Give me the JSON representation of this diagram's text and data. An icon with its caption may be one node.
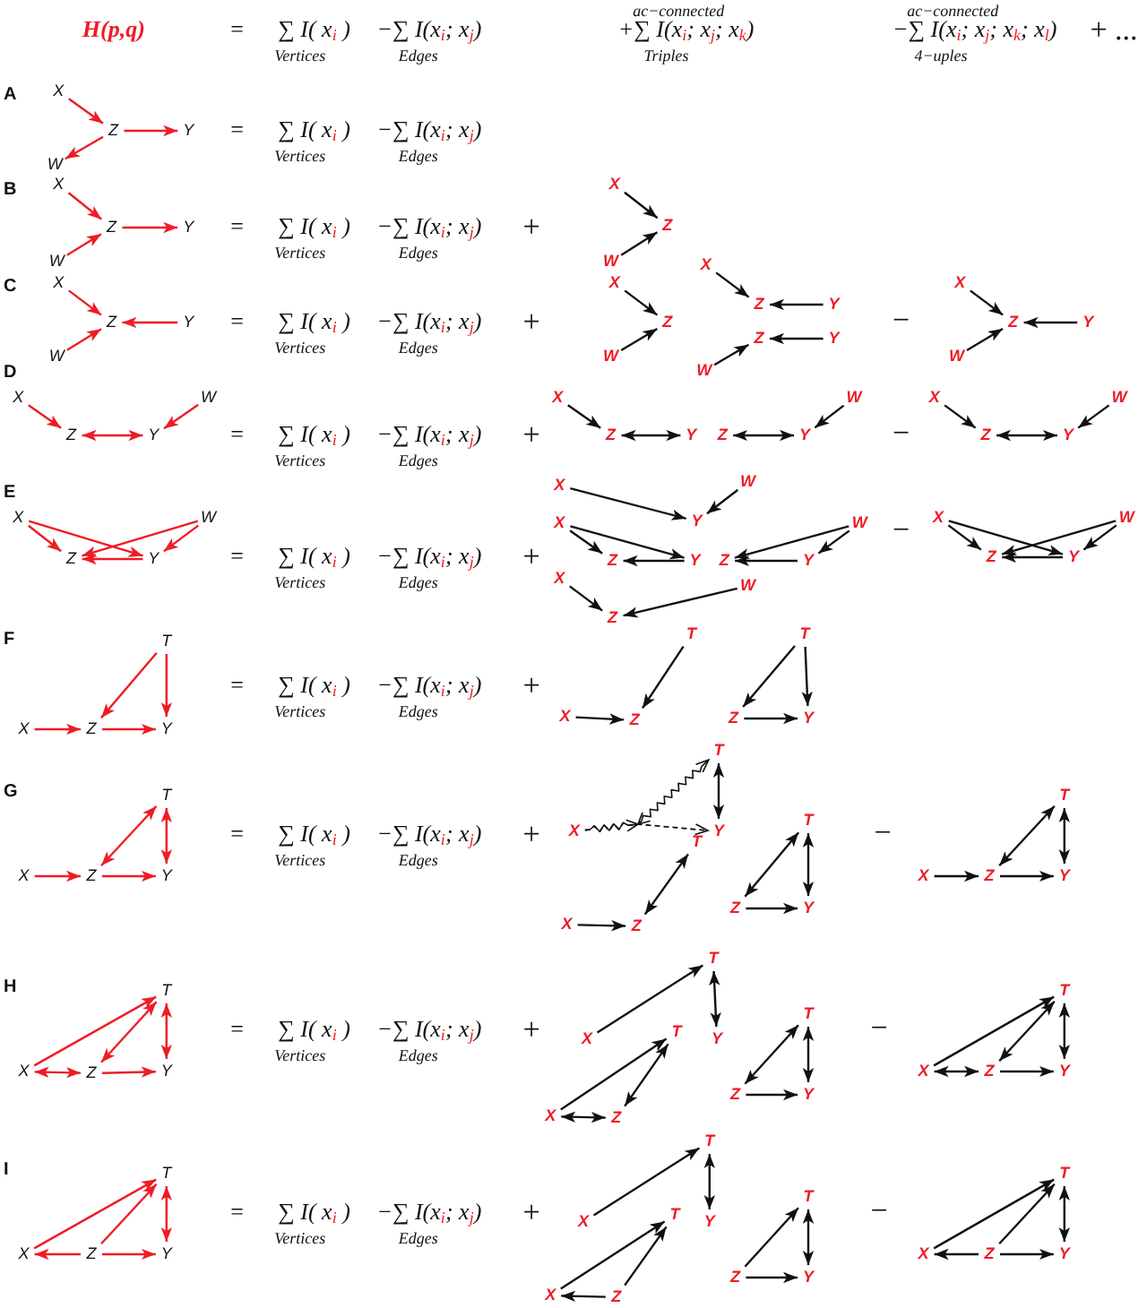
{
  "diagram": {
    "nodes": [
      {
        "text": [
          "X"
        ]
      },
      {
        "text": [
          "Z"
        ]
      },
      {
        "text": [
          "Y"
        ]
      },
      {
        "text": [
          "W"
        ]
      },
      {
        "text": [
          "X"
        ]
      },
      {
        "text": [
          "Z"
        ]
      },
      {
        "text": [
          "Y"
        ]
      },
      {
        "text": [
          "W"
        ]
      },
      {
        "text": [
          "X"
        ]
      },
      {
        "text": [
          "Z"
        ]
      },
      {
        "text": [
          "W"
        ]
      },
      {
        "text": [
          "X"
        ]
      },
      {
        "text": [
          "Z"
        ]
      },
      {
        "text": [
          "Y"
        ]
      },
      {
        "text": [
          "W"
        ]
      },
      {
        "text": [
          "X"
        ]
      },
      {
        "text": [
          "Z"
        ]
      },
      {
        "text": [
          "W"
        ]
      },
      {
        "text": [
          "X"
        ]
      },
      {
        "text": [
          "Z"
        ]
      },
      {
        "text": [
          "Y"
        ]
      },
      {
        "text": [
          "Z"
        ]
      },
      {
        "text": [
          "Y"
        ]
      },
      {
        "text": [
          "W"
        ]
      },
      {
        "text": [
          "X"
        ]
      },
      {
        "text": [
          "Z"
        ]
      },
      {
        "text": [
          "Y"
        ]
      },
      {
        "text": [
          "W"
        ]
      },
      {
        "text": [
          "X"
        ]
      },
      {
        "text": [
          "W"
        ]
      },
      {
        "text": [
          "Z"
        ]
      },
      {
        "text": [
          "Y"
        ]
      },
      {
        "text": [
          "X"
        ]
      },
      {
        "text": [
          "Z"
        ]
      },
      {
        "text": [
          "Y"
        ]
      },
      {
        "text": [
          "W"
        ]
      },
      {
        "text": [
          "Z"
        ]
      },
      {
        "text": [
          "Y"
        ]
      },
      {
        "text": [
          "X"
        ]
      },
      {
        "text": [
          "W"
        ]
      },
      {
        "text": [
          "Z"
        ]
      },
      {
        "text": [
          "Y"
        ]
      },
      {
        "text": [
          "X"
        ]
      },
      {
        "text": [
          "W"
        ]
      },
      {
        "text": [
          "Z"
        ]
      },
      {
        "text": [
          "Y"
        ]
      },
      {
        "text": [
          "X"
        ]
      },
      {
        "text": [
          "W"
        ]
      },
      {
        "text": [
          "Y"
        ]
      },
      {
        "text": [
          "X"
        ]
      },
      {
        "text": [
          "Z"
        ]
      },
      {
        "text": [
          "Y"
        ]
      },
      {
        "text": [
          "W"
        ]
      },
      {
        "text": [
          "Z"
        ]
      },
      {
        "text": [
          "Y"
        ]
      },
      {
        "text": [
          "X"
        ]
      },
      {
        "text": [
          "W"
        ]
      },
      {
        "text": [
          "Z"
        ]
      },
      {
        "text": [
          "X"
        ]
      },
      {
        "text": [
          "W"
        ]
      },
      {
        "text": [
          "Z"
        ]
      },
      {
        "text": [
          "Y"
        ]
      },
      {
        "text": [
          "T"
        ]
      },
      {
        "text": [
          "X"
        ]
      },
      {
        "text": [
          "Z"
        ]
      },
      {
        "text": [
          "Y"
        ]
      },
      {
        "text": [
          "T"
        ]
      },
      {
        "text": [
          "X"
        ]
      },
      {
        "text": [
          "Z"
        ]
      },
      {
        "text": [
          "T"
        ]
      },
      {
        "text": [
          "Z"
        ]
      },
      {
        "text": [
          "Y"
        ]
      },
      {
        "text": [
          "T"
        ]
      },
      {
        "text": [
          "X"
        ]
      },
      {
        "text": [
          "Z"
        ]
      },
      {
        "text": [
          "Y"
        ]
      },
      {
        "text": [
          "T"
        ]
      },
      {
        "text": [
          "X"
        ]
      },
      {
        "text": [
          "Y"
        ]
      },
      {
        "text": [
          "T"
        ]
      },
      {
        "text": [
          "X"
        ]
      },
      {
        "text": [
          "Z"
        ]
      },
      {
        "text": [
          "T"
        ]
      },
      {
        "text": [
          "Z"
        ]
      },
      {
        "text": [
          "Y"
        ]
      },
      {
        "text": [
          "T"
        ]
      },
      {
        "text": [
          "X"
        ]
      },
      {
        "text": [
          "Z"
        ]
      },
      {
        "text": [
          "Y"
        ]
      },
      {
        "text": [
          "T"
        ]
      },
      {
        "text": [
          "X"
        ]
      },
      {
        "text": [
          "Z"
        ]
      },
      {
        "text": [
          "Y"
        ]
      },
      {
        "text": [
          "T"
        ]
      },
      {
        "text": [
          "X"
        ]
      },
      {
        "text": [
          "Y"
        ]
      },
      {
        "text": [
          "T"
        ]
      },
      {
        "text": [
          "X"
        ]
      },
      {
        "text": [
          "Z"
        ]
      },
      {
        "text": [
          "T"
        ]
      },
      {
        "text": [
          "Z"
        ]
      },
      {
        "text": [
          "Y"
        ]
      },
      {
        "text": [
          "T"
        ]
      },
      {
        "text": [
          "X"
        ]
      },
      {
        "text": [
          "Z"
        ]
      },
      {
        "text": [
          "Y"
        ]
      },
      {
        "text": [
          "T"
        ]
      },
      {
        "text": [
          "X"
        ]
      },
      {
        "text": [
          "Z"
        ]
      },
      {
        "text": [
          "Y"
        ]
      },
      {
        "text": [
          "T"
        ]
      },
      {
        "text": [
          "X"
        ]
      },
      {
        "text": [
          "Y"
        ]
      },
      {
        "text": [
          "T"
        ]
      },
      {
        "text": [
          "X"
        ]
      },
      {
        "text": [
          "Z"
        ]
      },
      {
        "text": [
          "T"
        ]
      },
      {
        "text": [
          "Z"
        ]
      },
      {
        "text": [
          "Y"
        ]
      },
      {
        "text": [
          "T"
        ]
      },
      {
        "text": [
          "X"
        ]
      },
      {
        "text": [
          "Z"
        ]
      },
      {
        "text": [
          "Y"
        ]
      }
    ],
    "edges": [
      {
        "from": 0,
        "to": 1,
        "arrow": "to",
        "color": "#ee1c25"
      },
      {
        "from": 1,
        "to": 2,
        "arrow": "to",
        "color": "#ee1c25"
      },
      {
        "from": 1,
        "to": 3,
        "arrow": "to",
        "color": "#ee1c25"
      },
      {
        "from": 4,
        "to": 5,
        "arrow": "to",
        "color": "#ee1c25"
      },
      {
        "from": 7,
        "to": 5,
        "arrow": "to",
        "color": "#ee1c25"
      },
      {
        "from": 5,
        "to": 6,
        "arrow": "to",
        "color": "#ee1c25"
      },
      {
        "from": 8,
        "to": 9,
        "arrow": "to"
      },
      {
        "from": 10,
        "to": 9,
        "arrow": "to"
      },
      {
        "from": 11,
        "to": 12,
        "arrow": "to",
        "color": "#ee1c25"
      },
      {
        "from": 14,
        "to": 12,
        "arrow": "to",
        "color": "#ee1c25"
      },
      {
        "from": 13,
        "to": 12,
        "arrow": "to",
        "color": "#ee1c25"
      },
      {
        "from": 15,
        "to": 16,
        "arrow": "to"
      },
      {
        "from": 17,
        "to": 16,
        "arrow": "to"
      },
      {
        "from": 18,
        "to": 19,
        "arrow": "to"
      },
      {
        "from": 20,
        "to": 19,
        "arrow": "to"
      },
      {
        "from": 23,
        "to": 21,
        "arrow": "to"
      },
      {
        "from": 22,
        "to": 21,
        "arrow": "to"
      },
      {
        "from": 24,
        "to": 25,
        "arrow": "to"
      },
      {
        "from": 27,
        "to": 25,
        "arrow": "to"
      },
      {
        "from": 26,
        "to": 25,
        "arrow": "to"
      },
      {
        "from": 28,
        "to": 30,
        "arrow": "to",
        "color": "#ee1c25"
      },
      {
        "from": 30,
        "to": 31,
        "arrow": "both",
        "color": "#ee1c25"
      },
      {
        "from": 29,
        "to": 31,
        "arrow": "to",
        "color": "#ee1c25"
      },
      {
        "from": 32,
        "to": 33,
        "arrow": "to"
      },
      {
        "from": 33,
        "to": 34,
        "arrow": "both"
      },
      {
        "from": 36,
        "to": 37,
        "arrow": "both"
      },
      {
        "from": 35,
        "to": 37,
        "arrow": "to"
      },
      {
        "from": 38,
        "to": 40,
        "arrow": "to"
      },
      {
        "from": 40,
        "to": 41,
        "arrow": "both"
      },
      {
        "from": 39,
        "to": 41,
        "arrow": "to"
      },
      {
        "from": 42,
        "to": 44,
        "arrow": "to",
        "color": "#ee1c25"
      },
      {
        "from": 42,
        "to": 45,
        "arrow": "to",
        "color": "#ee1c25"
      },
      {
        "from": 43,
        "to": 44,
        "arrow": "to",
        "color": "#ee1c25"
      },
      {
        "from": 43,
        "to": 45,
        "arrow": "to",
        "color": "#ee1c25"
      },
      {
        "from": 45,
        "to": 44,
        "arrow": "to",
        "color": "#ee1c25"
      },
      {
        "from": 46,
        "to": 48,
        "arrow": "to"
      },
      {
        "from": 47,
        "to": 48,
        "arrow": "to"
      },
      {
        "from": 49,
        "to": 50,
        "arrow": "to"
      },
      {
        "from": 49,
        "to": 51,
        "arrow": "to"
      },
      {
        "from": 51,
        "to": 50,
        "arrow": "to"
      },
      {
        "from": 52,
        "to": 53,
        "arrow": "to"
      },
      {
        "from": 52,
        "to": 54,
        "arrow": "to"
      },
      {
        "from": 54,
        "to": 53,
        "arrow": "to"
      },
      {
        "from": 55,
        "to": 57,
        "arrow": "to"
      },
      {
        "from": 56,
        "to": 57,
        "arrow": "to"
      },
      {
        "from": 58,
        "to": 60,
        "arrow": "to"
      },
      {
        "from": 58,
        "to": 61,
        "arrow": "to"
      },
      {
        "from": 59,
        "to": 60,
        "arrow": "to"
      },
      {
        "from": 59,
        "to": 61,
        "arrow": "to"
      },
      {
        "from": 61,
        "to": 60,
        "arrow": "to"
      },
      {
        "from": 63,
        "to": 64,
        "arrow": "to",
        "color": "#ee1c25"
      },
      {
        "from": 64,
        "to": 65,
        "arrow": "to",
        "color": "#ee1c25"
      },
      {
        "from": 62,
        "to": 64,
        "arrow": "to",
        "color": "#ee1c25"
      },
      {
        "from": 62,
        "to": 65,
        "arrow": "to",
        "color": "#ee1c25"
      },
      {
        "from": 67,
        "to": 68,
        "arrow": "to"
      },
      {
        "from": 66,
        "to": 68,
        "arrow": "to"
      },
      {
        "from": 69,
        "to": 70,
        "arrow": "to"
      },
      {
        "from": 70,
        "to": 71,
        "arrow": "to"
      },
      {
        "from": 69,
        "to": 71,
        "arrow": "to"
      },
      {
        "from": 73,
        "to": 74,
        "arrow": "to",
        "color": "#ee1c25"
      },
      {
        "from": 74,
        "to": 72,
        "arrow": "both",
        "color": "#ee1c25"
      },
      {
        "from": 74,
        "to": 75,
        "arrow": "to",
        "color": "#ee1c25"
      },
      {
        "from": 72,
        "to": 75,
        "arrow": "both",
        "color": "#ee1c25"
      },
      {
        "from": 77,
        "to": 76,
        "arrow": "to"
      },
      {
        "from": 77,
        "to": 78,
        "arrow": "to",
        "style": "dashed"
      },
      {
        "from": 76,
        "to": 78,
        "arrow": "both"
      },
      {
        "from": 80,
        "to": 81,
        "arrow": "to"
      },
      {
        "from": 81,
        "to": 79,
        "arrow": "both"
      },
      {
        "from": 83,
        "to": 82,
        "arrow": "both"
      },
      {
        "from": 83,
        "to": 84,
        "arrow": "to"
      },
      {
        "from": 82,
        "to": 84,
        "arrow": "both"
      },
      {
        "from": 86,
        "to": 87,
        "arrow": "to"
      },
      {
        "from": 87,
        "to": 85,
        "arrow": "both"
      },
      {
        "from": 87,
        "to": 88,
        "arrow": "to"
      },
      {
        "from": 85,
        "to": 88,
        "arrow": "both"
      },
      {
        "from": 90,
        "to": 89,
        "arrow": "to",
        "color": "#ee1c25"
      },
      {
        "from": 90,
        "to": 91,
        "arrow": "both",
        "color": "#ee1c25"
      },
      {
        "from": 91,
        "to": 89,
        "arrow": "both",
        "color": "#ee1c25"
      },
      {
        "from": 91,
        "to": 92,
        "arrow": "to",
        "color": "#ee1c25"
      },
      {
        "from": 89,
        "to": 92,
        "arrow": "both",
        "color": "#ee1c25"
      },
      {
        "from": 94,
        "to": 93,
        "arrow": "to"
      },
      {
        "from": 93,
        "to": 95,
        "arrow": "both"
      },
      {
        "from": 97,
        "to": 96,
        "arrow": "to"
      },
      {
        "from": 97,
        "to": 98,
        "arrow": "both"
      },
      {
        "from": 98,
        "to": 96,
        "arrow": "both"
      },
      {
        "from": 100,
        "to": 99,
        "arrow": "both"
      },
      {
        "from": 100,
        "to": 101,
        "arrow": "to"
      },
      {
        "from": 99,
        "to": 101,
        "arrow": "both"
      },
      {
        "from": 103,
        "to": 102,
        "arrow": "to"
      },
      {
        "from": 103,
        "to": 104,
        "arrow": "both"
      },
      {
        "from": 104,
        "to": 102,
        "arrow": "both"
      },
      {
        "from": 104,
        "to": 105,
        "arrow": "to"
      },
      {
        "from": 102,
        "to": 105,
        "arrow": "both"
      },
      {
        "from": 107,
        "to": 106,
        "arrow": "to",
        "color": "#ee1c25"
      },
      {
        "from": 108,
        "to": 106,
        "arrow": "to",
        "color": "#ee1c25"
      },
      {
        "from": 108,
        "to": 107,
        "arrow": "to",
        "color": "#ee1c25"
      },
      {
        "from": 108,
        "to": 109,
        "arrow": "to",
        "color": "#ee1c25"
      },
      {
        "from": 106,
        "to": 109,
        "arrow": "both",
        "color": "#ee1c25"
      },
      {
        "from": 111,
        "to": 110,
        "arrow": "to"
      },
      {
        "from": 110,
        "to": 112,
        "arrow": "both"
      },
      {
        "from": 114,
        "to": 113,
        "arrow": "to"
      },
      {
        "from": 115,
        "to": 113,
        "arrow": "to"
      },
      {
        "from": 115,
        "to": 114,
        "arrow": "to"
      },
      {
        "from": 117,
        "to": 116,
        "arrow": "to"
      },
      {
        "from": 117,
        "to": 118,
        "arrow": "to"
      },
      {
        "from": 116,
        "to": 118,
        "arrow": "both"
      },
      {
        "from": 120,
        "to": 119,
        "arrow": "to"
      },
      {
        "from": 121,
        "to": 119,
        "arrow": "to"
      },
      {
        "from": 121,
        "to": 120,
        "arrow": "to"
      },
      {
        "from": 121,
        "to": 122,
        "arrow": "to"
      },
      {
        "from": 119,
        "to": 122,
        "arrow": "both"
      }
    ],
    "labels": [
      "H(p,q)",
      "=",
      "∑ I( *x*$_{i}$ )",
      "Vertices",
      "−∑ I(*x*$_{i}$; *x*$_{j}$)",
      "Edges",
      "ac−connected",
      "+∑ I(*x*$_{i}$; *x*$_{j}$; *x*$_{k}$)",
      "Triples",
      "ac−connected",
      "−∑ I(*x*$_{i}$; *x*$_{j}$; *x*$_{k}$; *x*$_{l}$)",
      "4−uples",
      "+ ...",
      "A",
      "=",
      "∑ I( *x*$_{i}$ )",
      "Vertices",
      "−∑ I(*x*$_{i}$; *x*$_{j}$)",
      "Edges",
      "B",
      "=",
      "∑ I( *x*$_{i}$ )",
      "Vertices",
      "−∑ I(*x*$_{i}$; *x*$_{j}$)",
      "Edges",
      "+",
      "C",
      "=",
      "∑ I( *x*$_{i}$ )",
      "Vertices",
      "−∑ I(*x*$_{i}$; *x*$_{j}$)",
      "Edges",
      "+",
      "−",
      "D",
      "=",
      "∑ I( *x*$_{i}$ )",
      "Vertices",
      "−∑ I(*x*$_{i}$; *x*$_{j}$)",
      "Edges",
      "+",
      "−",
      "E",
      "=",
      "∑ I( *x*$_{i}$ )",
      "Vertices",
      "−∑ I(*x*$_{i}$; *x*$_{j}$)",
      "Edges",
      "+",
      "−",
      "F",
      "=",
      "∑ I( *x*$_{i}$ )",
      "Vertices",
      "−∑ I(*x*$_{i}$; *x*$_{j}$)",
      "Edges",
      "+",
      "G",
      "=",
      "∑ I( *x*$_{i}$ )",
      "Vertices",
      "−∑ I(*x*$_{i}$; *x*$_{j}$)",
      "Edges",
      "+",
      "−",
      "H",
      "=",
      "∑ I( *x*$_{i}$ )",
      "Vertices",
      "−∑ I(*x*$_{i}$; *x*$_{j}$)",
      "Edges",
      "+",
      "−",
      "I",
      "=",
      "∑ I( *x*$_{i}$ )",
      "Vertices",
      "−∑ I(*x*$_{i}$; *x*$_{j}$)",
      "Edges",
      "+",
      "−"
    ]
  }
}
